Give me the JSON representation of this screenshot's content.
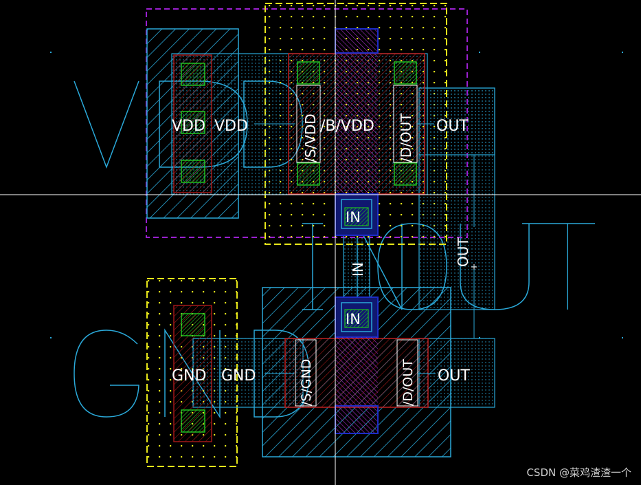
{
  "colors": {
    "background": "#000000",
    "metal1": "#2aa8d8",
    "nwell": "#9a20d0",
    "pselect": "#e6e61a",
    "active": "#a01818",
    "poly": "#1c2cc8",
    "contact": "#20c020",
    "crosshair": "#ffffff",
    "text": "#ffffff"
  },
  "pins": {
    "vdd_big": "V",
    "gnd_big": "G",
    "out_big": "OUT",
    "in_big": "IN"
  },
  "labels": {
    "vdd_1": "VDD",
    "vdd_2": "VDD",
    "s_vdd": "/S/VDD",
    "b_vdd": "/B/VDD",
    "d_out_top": "/D/OUT",
    "out_top": "OUT",
    "in_top": "IN",
    "in_mid": "IN",
    "in_bottom": "IN",
    "out_vertical": "OUT",
    "gnd_1": "GND",
    "gnd_2": "GND",
    "s_gnd": "/S/GND",
    "d_out_bottom": "/D/OUT",
    "out_bottom": "OUT"
  },
  "watermark": "CSDN @菜鸡渣渣一个"
}
